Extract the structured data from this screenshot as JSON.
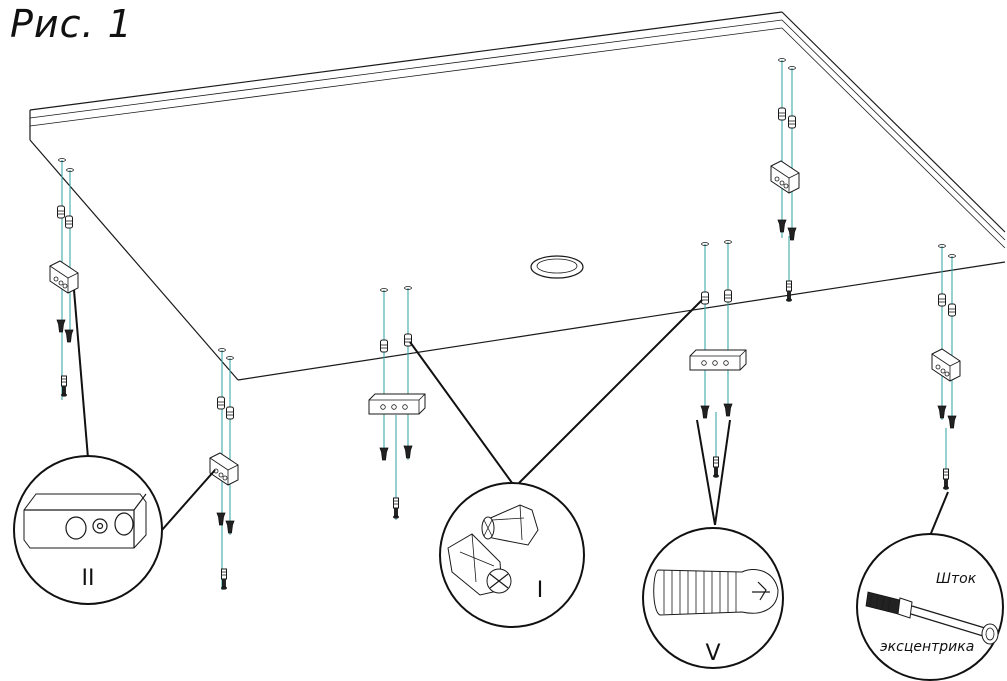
{
  "figure_title": "Рис. 1",
  "details": [
    {
      "id": "II",
      "label": "II",
      "part": "corner-bracket"
    },
    {
      "id": "I",
      "label": "I",
      "part": "eccentric-insert"
    },
    {
      "id": "V",
      "label": "V",
      "part": "countersunk-screw"
    },
    {
      "id": "stem",
      "label_line1": "Шток",
      "label_line2": "эксцентрика",
      "part": "eccentric-stem"
    }
  ],
  "colors": {
    "fastener_axis": "#3fa9a9",
    "outline": "#1a1a1a"
  }
}
